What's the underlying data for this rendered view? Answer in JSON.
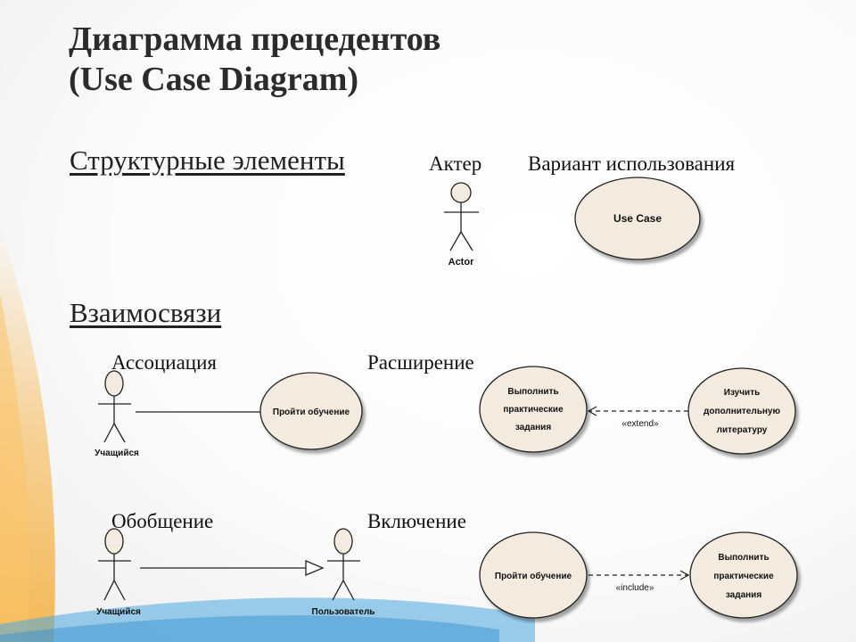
{
  "title": {
    "line1": "Диаграмма прецедентов",
    "line2": "(Use Case Diagram)"
  },
  "structural": {
    "heading": "Структурные элементы",
    "actor_caption": "Актер",
    "actor_label": "Actor",
    "usecase_caption": "Вариант использования",
    "usecase_label": "Use Case"
  },
  "relations": {
    "heading": "Взаимосвязи",
    "association": {
      "caption": "Ассоциация",
      "actor": "Учащийся",
      "usecase": "Пройти обучение"
    },
    "extension": {
      "caption": "Расширение",
      "base_usecase": [
        "Выполнить",
        "практические",
        "задания"
      ],
      "extending_usecase": [
        "Изучить",
        "дополнительную",
        "литературу"
      ],
      "stereotype": "«extend»"
    },
    "generalization": {
      "caption": "Обобщение",
      "child_actor": "Учащийся",
      "parent_actor": "Пользователь"
    },
    "inclusion": {
      "caption": "Включение",
      "base_usecase": "Пройти обучение",
      "included_usecase": [
        "Выполнить",
        "практические",
        "задания"
      ],
      "stereotype": "«include»"
    }
  },
  "colors": {
    "usecase_fill": "#f3ebdf",
    "outline": "#222222",
    "swoosh_orange": "#f6a623",
    "swoosh_blue": "#4aa8e0"
  }
}
